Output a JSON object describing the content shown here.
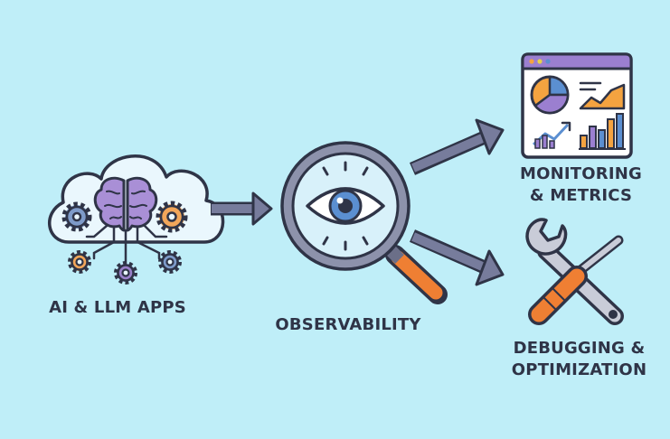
{
  "diagram": {
    "nodes": {
      "apps": {
        "icon": "cloud-brain-gears-icon",
        "label": "AI & LLM APPS"
      },
      "observability": {
        "icon": "magnifying-glass-eye-icon",
        "label": "OBSERVABILITY"
      },
      "monitoring": {
        "icon": "dashboard-charts-icon",
        "lines": [
          "MONITORING",
          "& METRICS"
        ]
      },
      "debugging": {
        "icon": "wrench-screwdriver-icon",
        "lines": [
          "DEBUGGING &",
          "OPTIMIZATION"
        ]
      }
    },
    "edges": [
      {
        "from": "apps",
        "to": "observability"
      },
      {
        "from": "observability",
        "to": "monitoring"
      },
      {
        "from": "observability",
        "to": "debugging"
      }
    ]
  },
  "colors": {
    "background": "#bfeef8",
    "outline": "#2f3447",
    "arrow": "#777c9c",
    "brain": "#a98fd6",
    "gear_blue": "#7e9bc9",
    "gear_orange": "#f2a65a",
    "gear_purple": "#9a80c9",
    "lens": "#d8f1fa",
    "handle": "#ef7f33",
    "chart_blue": "#5b8fd1",
    "chart_orange": "#f4a340",
    "chart_purple": "#9b7fd0"
  }
}
